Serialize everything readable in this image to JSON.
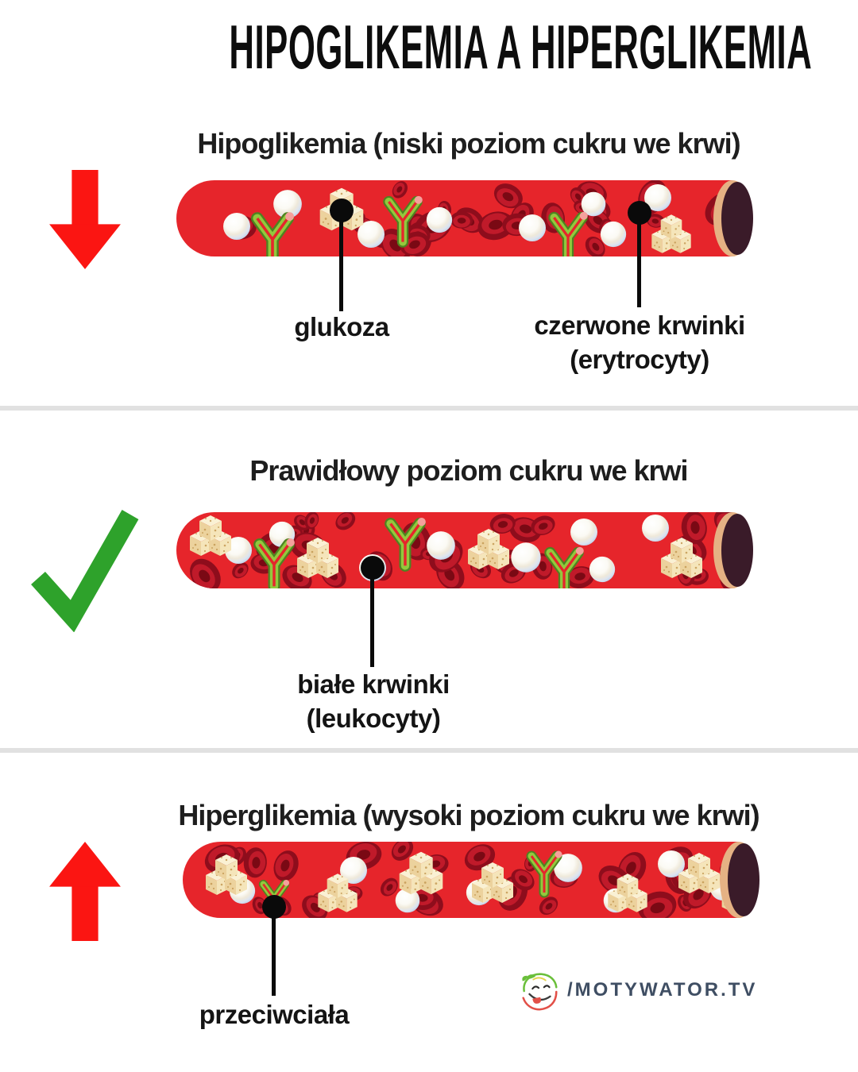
{
  "title": "HIPOGLIKEMIA A HIPERGLIKEMIA",
  "sections": [
    {
      "id": "hipoglikemia",
      "heading": "Hipoglikemia (niski poziom cukru we krwi)",
      "indicator_icon": "red-arrow-down",
      "glucose_level": "low",
      "callouts": [
        {
          "label": "glukoza",
          "target_icon": "sugar-cube"
        },
        {
          "label": "czerwone krwinki",
          "label2": "(erytrocyty)",
          "target_icon": "red-blood-cell"
        }
      ]
    },
    {
      "id": "prawidlowy-poziom",
      "heading": "Prawidłowy poziom cukru we krwi",
      "indicator_icon": "green-checkmark",
      "glucose_level": "normal",
      "callouts": [
        {
          "label": "białe krwinki",
          "label2": "(leukocyty)",
          "target_icon": "white-blood-cell"
        }
      ]
    },
    {
      "id": "hiperglikemia",
      "heading": "Hiperglikemia (wysoki poziom cukru we krwi)",
      "indicator_icon": "red-arrow-up",
      "glucose_level": "high",
      "callouts": [
        {
          "label": "przeciwciała",
          "target_icon": "antibody"
        }
      ]
    }
  ],
  "logo": {
    "text": "/MOTYWATOR.TV"
  },
  "colors": {
    "vessel_red": "#e6252b",
    "arrow_red": "#fb1512",
    "check_green": "#2ea22b",
    "heading_text": "#1e1e1e",
    "logo_text": "#3f4e63",
    "divider": "#e1e1e1",
    "vessel_end_dark": "#3a1b29",
    "vessel_end_rim": "#e5b284",
    "sugar_cube": "#f5e5ba",
    "antibody_green": "#93c83d"
  }
}
